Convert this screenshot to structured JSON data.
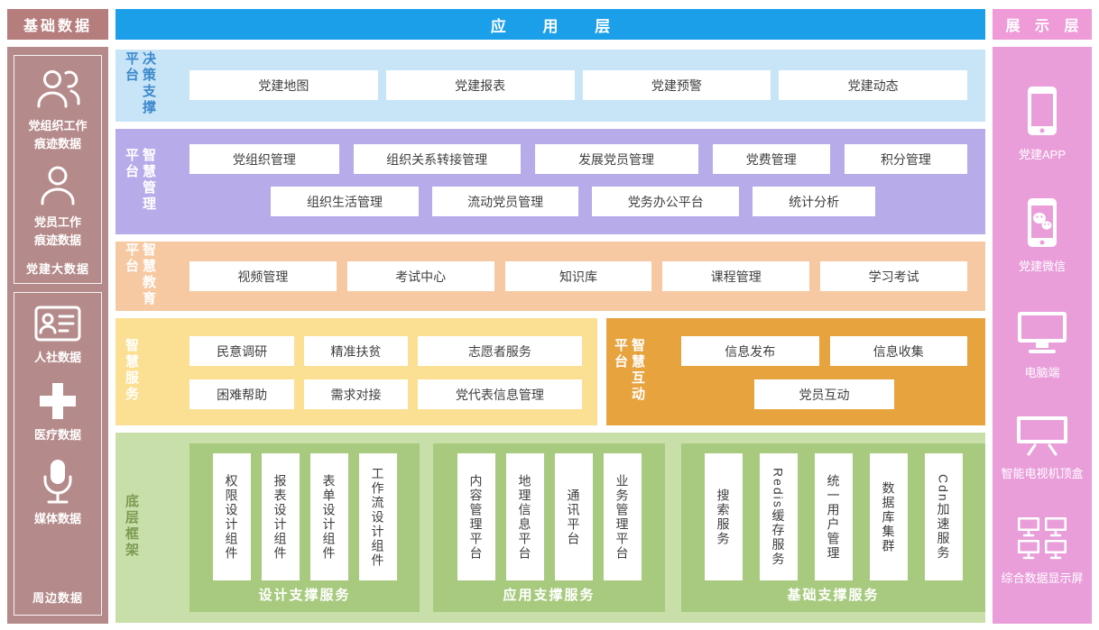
{
  "colors": {
    "app_header_bg": "#1B9FE9",
    "left_header_bg": "#B67D7D",
    "left_body_bg": "#B58A8A",
    "right_header_bg": "#EE9BD8",
    "right_body_bg": "#E99EDA",
    "row_decision_bg": "#C8E5F8",
    "row_decision_label": "#3C88CB",
    "row_manage_bg": "#B7ABE9",
    "row_edu_bg": "#F6C9A2",
    "row_service_bg": "#FBDF92",
    "row_interact_bg": "#E7A33E",
    "row_base_bg": "#C9DFA9",
    "row_base_label": "#7C9A52",
    "group_bg": "#A8CA7F",
    "item_text": "#3F3F3F"
  },
  "app_header": "应 用 层",
  "left_panel": {
    "header": "基础数据",
    "group1": {
      "items": [
        {
          "icon": "org-users-icon",
          "line1": "党组织工作",
          "line2": "痕迹数据"
        },
        {
          "icon": "member-user-icon",
          "line1": "党员工作",
          "line2": "痕迹数据"
        }
      ],
      "footer": "党建大数据"
    },
    "group2": {
      "items": [
        {
          "icon": "id-card-icon",
          "label": "人社数据"
        },
        {
          "icon": "medical-cross-icon",
          "label": "医疗数据"
        },
        {
          "icon": "microphone-icon",
          "label": "媒体数据"
        }
      ],
      "footer": "周边数据"
    }
  },
  "rows": {
    "decision": {
      "label": "决策支撑平台",
      "items": [
        "党建地图",
        "党建报表",
        "党建预警",
        "党建动态"
      ]
    },
    "manage": {
      "label": "智慧管理平台",
      "line1": [
        "党组织管理",
        "组织关系转接管理",
        "发展党员管理",
        "党费管理",
        "积分管理"
      ],
      "line2": [
        "组织生活管理",
        "流动党员管理",
        "党务办公平台",
        "统计分析"
      ]
    },
    "edu": {
      "label": "智慧教育平台",
      "items": [
        "视频管理",
        "考试中心",
        "知识库",
        "课程管理",
        "学习考试"
      ]
    },
    "service": {
      "label": "智慧服务",
      "line1": [
        "民意调研",
        "精准扶贫",
        "志愿者服务"
      ],
      "line2": [
        "困难帮助",
        "需求对接",
        "党代表信息管理"
      ]
    },
    "interact": {
      "label": "智慧互动平台",
      "line1": [
        "信息发布",
        "信息收集"
      ],
      "line2": [
        "党员互动"
      ]
    },
    "base": {
      "label": "底层框架",
      "groups": [
        {
          "title": "设计支撑服务",
          "items": [
            "权限设计组件",
            "报表设计组件",
            "表单设计组件",
            "工作流设计组件"
          ]
        },
        {
          "title": "应用支撑服务",
          "items": [
            "内容管理平台",
            "地理信息平台",
            "通讯平台",
            "业务管理平台"
          ]
        },
        {
          "title": "基础支撑服务",
          "items": [
            "搜索服务",
            "Redis缓存服务",
            "统一用户管理",
            "数据库集群",
            "Cdn加速服务"
          ]
        }
      ]
    }
  },
  "right_panel": {
    "header": "展 示 层",
    "items": [
      {
        "icon": "smartphone-icon",
        "label": "党建APP"
      },
      {
        "icon": "wechat-phone-icon",
        "label": "党建微信"
      },
      {
        "icon": "desktop-icon",
        "label": "电脑端"
      },
      {
        "icon": "tv-box-icon",
        "label": "智能电视机顶盒"
      },
      {
        "icon": "multi-screen-icon",
        "label": "综合数据显示屏"
      }
    ]
  }
}
